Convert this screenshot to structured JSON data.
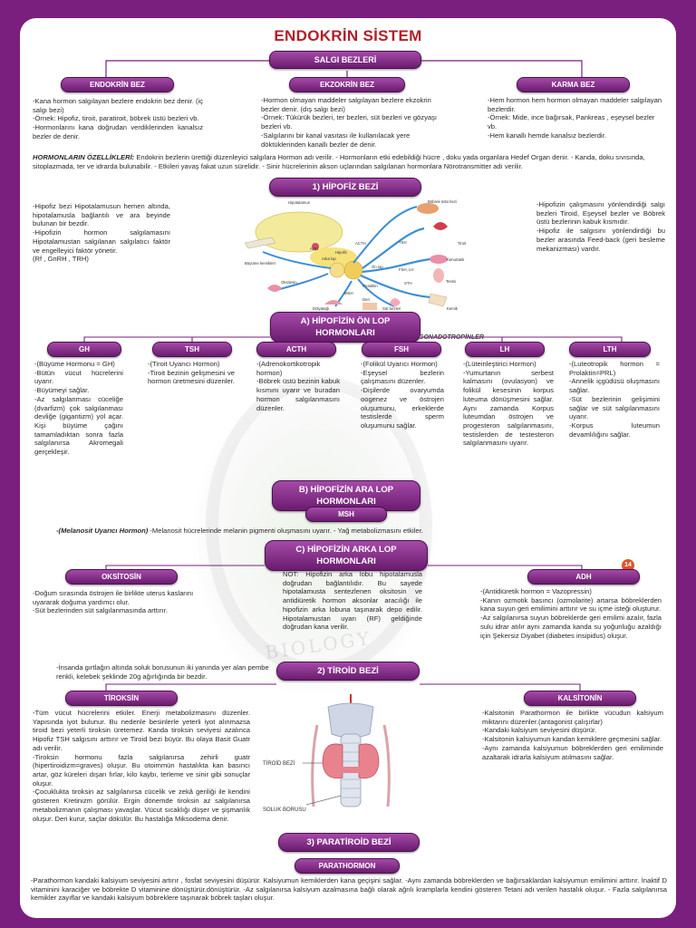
{
  "title": "ENDOKRİN SİSTEM",
  "salgi_bezleri": "SALGI BEZLERİ",
  "endokrin": {
    "label": "ENDOKRİN BEZ",
    "text": "-Kana hormon salgılayan bezlere endokrin bez denir. (iç salgı bezi)\n-Örnek: Hipofiz, tiroit, paratiroit, böbrek üstü bezleri vb.\n-Hormonlarını kana doğrudan verdiklerinden kanalsız bezler de denir."
  },
  "ekzokrin": {
    "label": "EKZOKRİN BEZ",
    "text": "-Hormon olmayan maddeler salgılayan bezlere ekzokrin bezler denir. (dış salgı bezi)\n-Örnek: Tükürük bezleri, ter bezleri, süt bezleri ve gözyaşı bezleri vb.\n-Salgılarını bir kanal vasıtası ile kullanılacak yere döktüklerinden kanallı bezler de denir."
  },
  "karma": {
    "label": "KARMA BEZ",
    "text": "-Hem hormon hem hormon olmayan maddeler salgılayan bezlerdir.\n-Örnek: Mide, ince bağırsak, Pankreas , eşeysel bezler vb.\n-Hem kanallı hemde kanalsız bezlerdir."
  },
  "hormon_ozellik": {
    "head": "HORMONLARIN ÖZELLİKLERİ:",
    "text": " Endokrin bezlerin ürettiği düzenleyici salgılara Hormon adı verilir. - Hormonların etki edebildiği hücre , doku yada organlara Hedef Organ denir. - Kanda, doku sıvısında, sitoplazmada, ter ve idrarda bulunabilir. - Etkileri yavaş fakat uzun sürelidir. - Sinir hücrelerinin akson uçlarından salgılanan hormonlara Nörotransmitter adı verilir."
  },
  "hipofiz": {
    "label": "1) HİPOFİZ BEZİ",
    "left_text": "-Hipofiz bezi Hipotalamusun hemen altında, hipotalamusla bağlantılı ve ara beyinde bulunan bir bezdir.\n-Hipofizin hormon salgılamasını Hipotalamustan salgılanan salgılatıcı faktör ve engelleyici faktör yönetir.\n(Rf , GnRH , TRH)",
    "right_text": "-Hipofizin çalışmasını yönlendirdiği salgı bezleri Tiroid, Eşeysel bezler ve Böbrek üstü bezlerinin kabuk kısmıdır.\n-Hipofiz ile salgısını yönlendirdiği bu bezler arasında Feed-back (geri besleme mekanizması) vardır.",
    "diagram_labels": [
      "Hipotalamus",
      "Böbrek üstü bezi",
      "ACTH",
      "TSH",
      "Tiroit",
      "ADH",
      "Hipofiz",
      "Arka lop",
      "Ön lop",
      "Yumurtalık",
      "FSH, LH",
      "Büyüme kemikleri",
      "Testis",
      "Oksitosin",
      "STH",
      "Prolaktin",
      "MSH",
      "Deri",
      "Dölyatağı",
      "Süt bezleri",
      "Kemik"
    ]
  },
  "on_lop": {
    "label": "A) HİPOFİZİN ÖN LOP HORMONLARI",
    "gonado": "GONADOTROPİNLER",
    "hormones": [
      {
        "label": "GH",
        "text": "-(Büyüme Hormonu = GH)\n-Bütün vücut hücrelerini uyarır.\n-Büyümeyi sağlar.\n-Az salgılanması cüceliğe (dvarfizm) çok salgılanması devliğe (gigantizm) yol açar. Kişi büyüme çağını tamamladıktan sonra fazla salgılanırsa Akromegali gerçekleşir."
      },
      {
        "label": "TSH",
        "text": "-(Tiroit Uyarıcı Hormon)\n-Tiroit bezinin gelişmesini ve hormon üretmesini düzenler."
      },
      {
        "label": "ACTH",
        "text": "-(Adrenokortikotropik hormon)\n-Böbrek üstü bezinin kabuk kısmını uyarır ve buradan hormon salgılanmasını düzenler."
      },
      {
        "label": "FSH",
        "text": "-(Folikül Uyarıcı Hormon)\n-Eşeysel bezlerin çalışmasını düzenler.\n-Dişilerde ovaryumda oogenez ve östrojen oluşumunu, erkeklerde testislerde sperm oluşumunu sağlar."
      },
      {
        "label": "LH",
        "text": "-(Lüteinleştirici Hormon)\n-Yumurtanın serbest kalmasını (ovulasyon) ve folikül kesesinin korpus luteuma dönüşmesini sağlar. Aynı zamanda Korpus luteumdan östrojen ve progesteron salgılanmasını, testislerden de testesteron salgılanmasını uyarır."
      },
      {
        "label": "LTH",
        "text": "-(Luteotropik hormon = Prolaktin=PRL)\n-Annelik içgüdüsü oluşmasını sağlar.\n-Süt bezlerinin gelişimini sağlar ve süt salgılanmasını uyarır.\n-Korpus luteumun devamlılığını sağlar."
      }
    ]
  },
  "ara_lop": {
    "label": "B) HİPOFİZİN ARA LOP HORMONLARI",
    "msh": "MSH",
    "text_i": "-(Melanosit Uyarıcı Hormon)",
    "text": " -Melanosit hücrelerinde melanin pigmenti oluşmasını uyarır. - Yağ metabolizmasını etkiler."
  },
  "arka_lop": {
    "label": "C) HİPOFİZİN ARKA LOP HORMONLARI",
    "page_number": "14",
    "oksitosin": {
      "label": "OKSİTOSİN",
      "text": "-Doğum sırasında östrojen ile birlikte uterus kaslarını uyararak doğuma yardımcı olur.\n-Süt bezlerinden süt salgılanmasında arttırır."
    },
    "note": "NOT: Hipofizin arka lobu hipotalamusla doğrudan bağlantılıdır. Bu sayede hipotalamusta sentezlenen oksitosin ve antidiüretik hormon aksonlar aracılığı ile hipofizin arka lobuna taşınarak depo edilir. Hipotalamustan uyarı (RF) geldiğinde doğrudan kana verilir.",
    "adh": {
      "label": "ADH",
      "text": "-(Antidiüretik hormon = Vazopressin)\n-Kanın ozmotik basıncı (ozmolarite) artarsa böbreklerden kana suyun geri emilimini arttırır ve su içme isteği oluşturur.\n-Az salgılanırsa suyun böbreklerde geri emilimi azalır, fazla sulu idrar atılır aynı zamanda kanda su yoğunluğu azaldığı için Şekersiz Diyabet (diabetes insipidus) oluşur."
    }
  },
  "tiroid": {
    "label": "2) TİROİD BEZİ",
    "intro": "-İnsanda gırtlağın altında soluk borusunun iki yanında yer alan pembe renkli, kelebek şeklinde 20g ağırlığında bir bezdir.",
    "label_bez": "TİROİD BEZİ",
    "label_boru": "SOLUK BORUSU",
    "tiroksin": {
      "label": "TİROKSİN",
      "text": "-Tüm vücut hücrelerini etkiler. Enerji metabolizmasını düzenler. Yapısında iyot bulunur. Bu nedenle besinlerle yeterli iyot alınmazsa tiroid bezi yeterli tiroksin üretemez. Kanda tiroksin seviyesi azalınca Hipofiz TSH salgısını arttırır ve Tiroid bezi büyür. Bu olaya Basit Guatr adı verilir.\n-Tiroksin hormonu fazla salgılanırsa zehirli guatr (hipertiroidizm=graves) oluşur. Bu otoimmün hastalıkta kan basıncı artar, göz küreleri dışarı fırlar, kilo kaybı, terleme ve sinir gibi sonuçlar oluşur.\n-Çocuklukta tiroksin az salgılanırsa cücelik ve zekâ geriliği ile kendini gösteren Kretinizm görülür. Ergin dönemde tiroksin az salgılanırsa metabolizmanın çalışması yavaşlar. Vücut sıcaklığı düşer ve şişmanlık oluşur. Deri kurur, saçlar dökülür. Bu hastalığa Miksodema denir."
    },
    "kalsitonin": {
      "label": "KALSİTONİN",
      "text": "-Kalsitonin Parathormon ile birlikte vücudun kalsiyum miktarını düzenler.(antagonist çalışırlar)\n-Kandaki kalsiyum seviyesini düşürür.\n-Kalsitonin kalsiyumun kandan kemiklere geçmesini sağlar.\n-Aynı zamanda kalsiyumun böbreklerden geri emiliminde azaltarak idrarla kalsiyum atılmasını sağlar."
    }
  },
  "paratiroid": {
    "label": "3) PARATİROİD BEZİ",
    "parathormon": "PARATHORMON",
    "text": "-Parathormon kandaki kalsiyum seviyesini artırır , fosfat seviyesini düşürür. Kalsiyumun kemiklerden kana geçişini sağlar. -Aynı zamanda böbreklerden ve bağırsaklardan kalsiyumun emilimini arttırır. İnaktif D vitaminini karaciğer ve böbrekte D vitaminine dönüştürür.dönüştürür. -Az salgılanırsa kalsiyum azalmasına bağlı olarak ağrılı kramplarla kendini gösteren Tetani adı verilen hastalık oluşur. - Fazla salgılanırsa kemikler zayıflar ve kandaki kalsiyum böbreklere taşınarak böbrek taşları oluşur."
  },
  "watermark_text": "BIOLOGY",
  "colors": {
    "frame": "#7b1f7e",
    "pill_top": "#a54aa9",
    "pill_bottom": "#6a1c6e",
    "title": "#b01f2a"
  }
}
